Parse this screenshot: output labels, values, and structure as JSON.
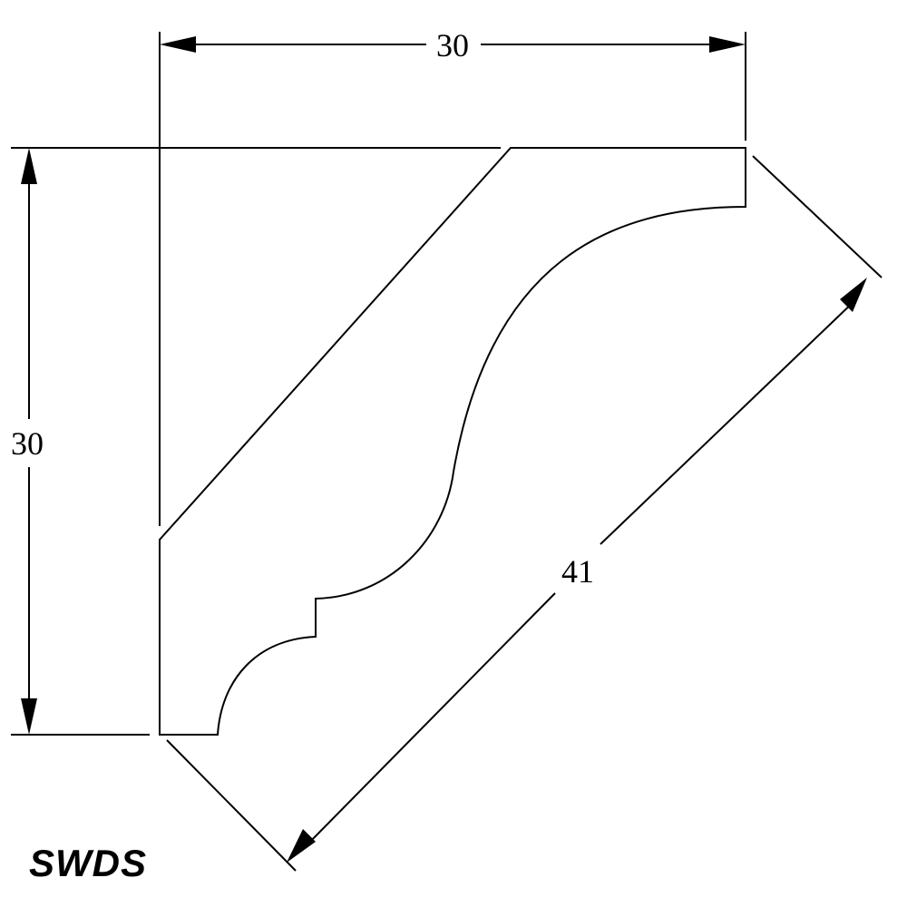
{
  "dimensions": {
    "top_width": "30",
    "left_height": "30",
    "diagonal_length": "41"
  },
  "brand": {
    "logo_text": "SWDS"
  }
}
